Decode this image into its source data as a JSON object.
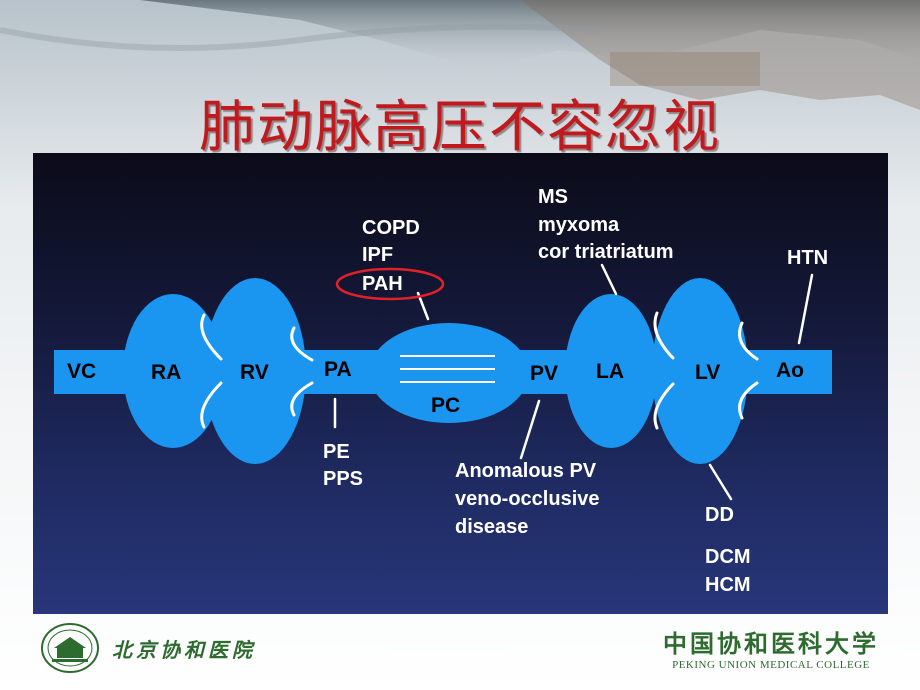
{
  "title": "肺动脉高压不容忽视",
  "diagram": {
    "chambers": {
      "vc": "VC",
      "ra": "RA",
      "rv": "RV",
      "pa": "PA",
      "pc": "PC",
      "pv": "PV",
      "la": "LA",
      "lv": "LV",
      "ao": "Ao"
    },
    "annotations": {
      "copd": "COPD",
      "ipf": "IPF",
      "pah": "PAH",
      "ms": "MS",
      "myxoma": "myxoma",
      "cor": "cor triatriatum",
      "htn": "HTN",
      "pe": "PE",
      "pps": "PPS",
      "anom": "Anomalous PV",
      "veno": "veno-occlusive",
      "disease": "disease",
      "dd": "DD",
      "dcm": "DCM",
      "hcm": "HCM"
    },
    "highlighted": "PAH"
  },
  "footer": {
    "left_name": "北京协和医院",
    "right_name_cn": "中国协和医科大学",
    "right_name_en": "PEKING UNION MEDICAL COLLEGE"
  },
  "colors": {
    "title": "#c0191e",
    "organ": "#1a95f0",
    "panel": "#141838",
    "highlight_ring": "#e0212a",
    "footer_green": "#2d6b2f"
  }
}
